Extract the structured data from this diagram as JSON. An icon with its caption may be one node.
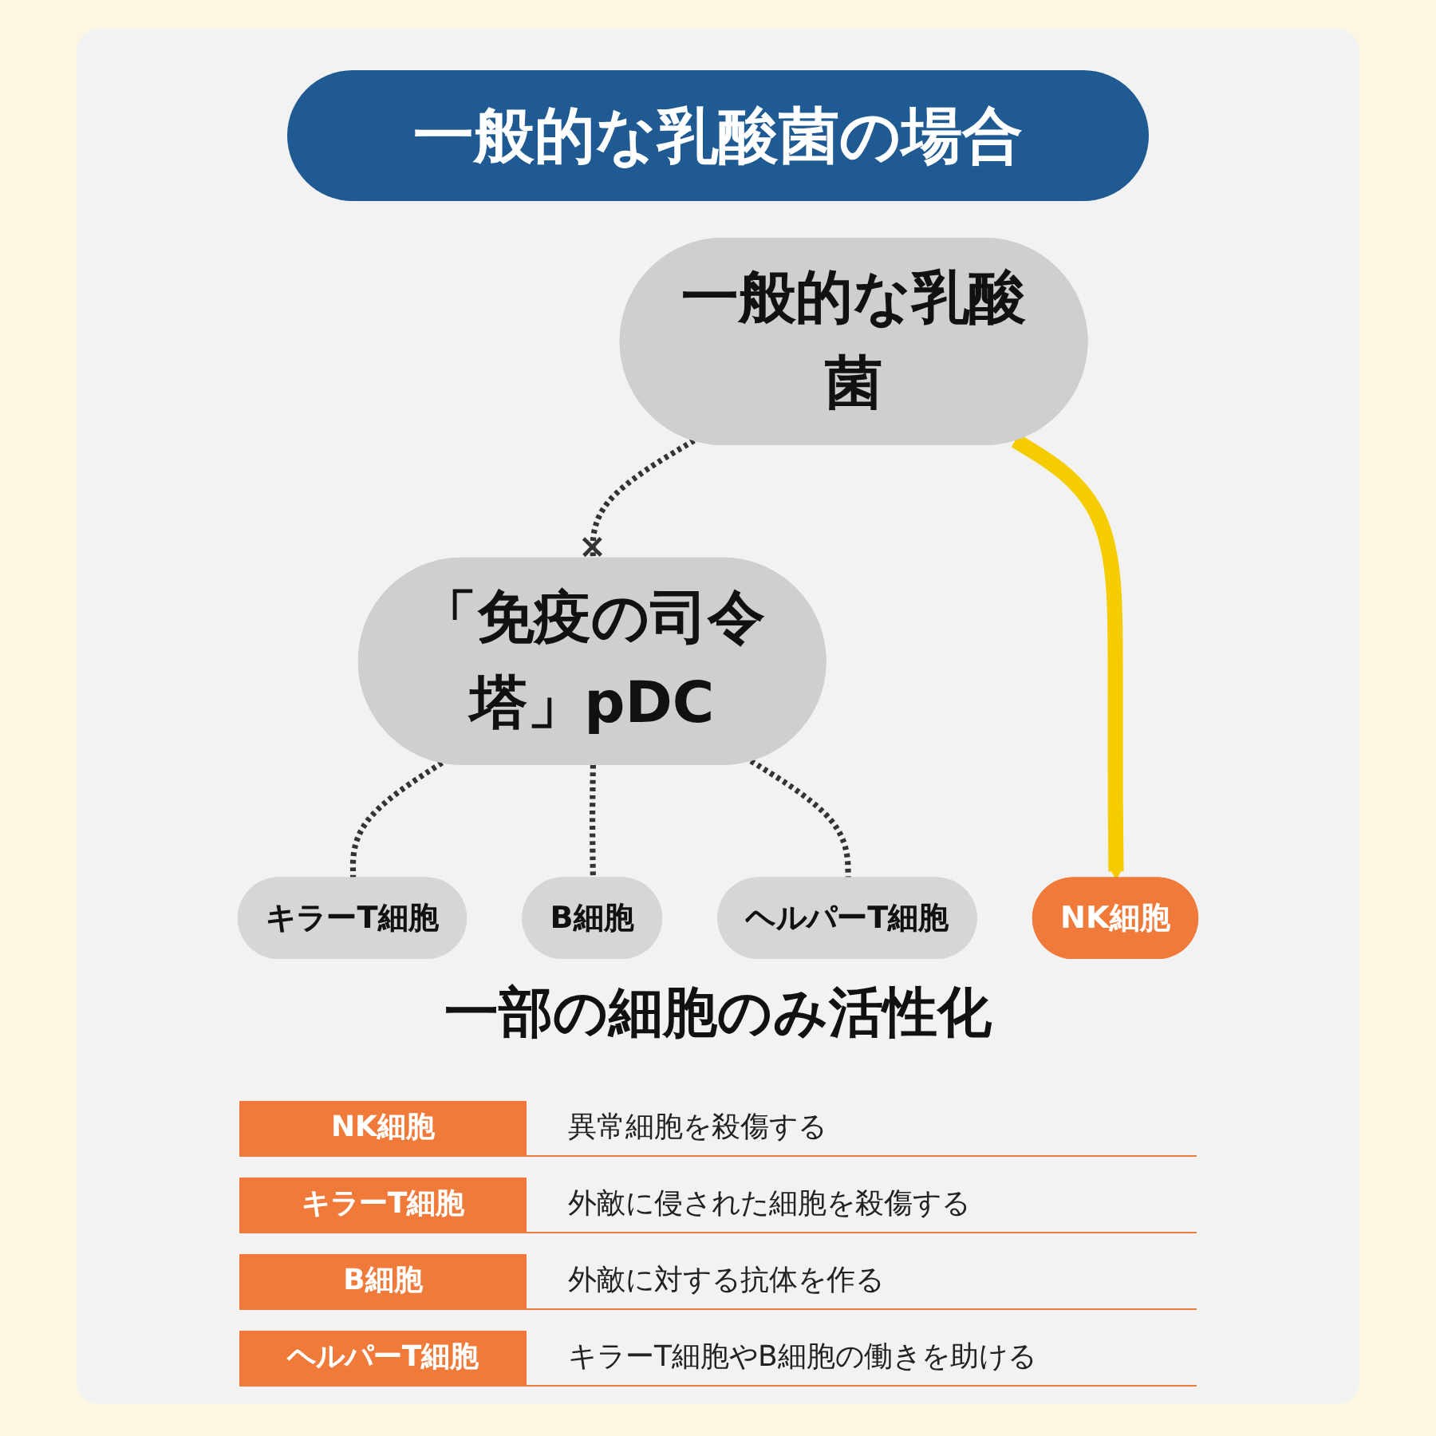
{
  "diagram": {
    "title": "一般的な乳酸菌の場合",
    "nodes": [
      {
        "text": [
          "一般的な乳酸菌"
        ]
      },
      {
        "text": [
          "「免疫の司令塔」pDC"
        ]
      },
      {
        "text": [
          "NK細胞"
        ]
      },
      {
        "text": [
          "キラーT細胞"
        ]
      },
      {
        "text": [
          "B細胞"
        ]
      },
      {
        "text": [
          "ヘルパーT細胞"
        ]
      }
    ],
    "edges": [
      {
        "from": 0,
        "to": 1,
        "arrow": "other",
        "style": "dashed"
      },
      {
        "from": 0,
        "to": 2,
        "arrow": "to",
        "style": "thick",
        "color": "#f5cc00"
      },
      {
        "from": 1,
        "to": 3,
        "arrow": "none",
        "style": "dashed"
      },
      {
        "from": 1,
        "to": 4,
        "arrow": "none",
        "style": "dashed"
      },
      {
        "from": 1,
        "to": 5,
        "arrow": "none",
        "style": "dashed"
      }
    ],
    "labels": [
      "一部の細胞のみ活性化",
      "NK細胞",
      "異常細胞を殺傷する",
      "キラーT細胞",
      "外敵に侵された細胞を殺傷する",
      "B細胞",
      "外敵に対する抗体を作る",
      "ヘルパーT細胞",
      "キラーT細胞やB細胞の働きを助ける"
    ]
  }
}
